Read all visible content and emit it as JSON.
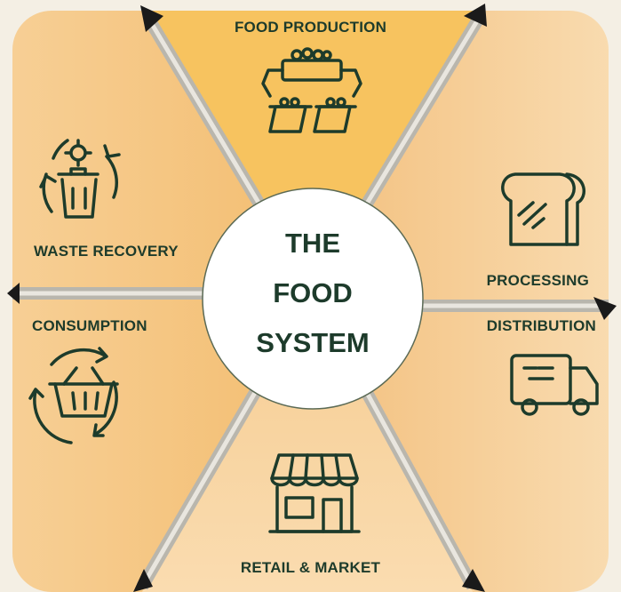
{
  "colors": {
    "background": "#f4efe4",
    "production_fill": "#f7c35f",
    "panel_fill_light": "#f8d7a4",
    "panel_fill_mid": "#f4c483",
    "divider": "#b9b6ad",
    "icon_stroke": "#1d3b2b",
    "center_fill": "#ffffff",
    "text": "#1d3b2b"
  },
  "center": {
    "title_lines": [
      "THE",
      "FOOD",
      "SYSTEM"
    ]
  },
  "segments": {
    "food_production": {
      "label": "FOOD PRODUCTION",
      "icon": "harvest-basket-icon"
    },
    "processing": {
      "label": "PROCESSING",
      "icon": "bread-loaf-icon"
    },
    "distribution": {
      "label": "DISTRIBUTION",
      "icon": "delivery-truck-icon"
    },
    "retail_market": {
      "label": "RETAIL & MARKET",
      "icon": "storefront-icon"
    },
    "consumption": {
      "label": "CONSUMPTION",
      "icon": "shopping-basket-cycle-icon"
    },
    "waste_recovery": {
      "label": "WASTE RECOVERY",
      "icon": "recycle-bin-icon"
    }
  }
}
